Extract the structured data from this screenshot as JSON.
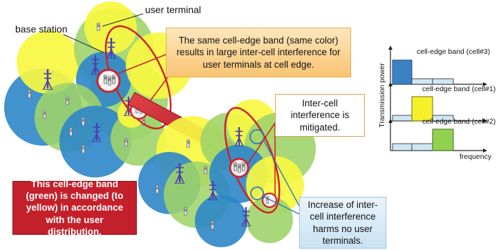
{
  "labels": {
    "user_terminal": "user terminal",
    "base_station": "base station"
  },
  "callouts": {
    "same_band": "The same cell-edge band (same color) results in large inter-cell interference for user terminals  at cell edge.",
    "mitigated": "Inter-cell interference is mitigated.",
    "changed_band": "This cell-edge band (green) is changed (to yellow)  in accordance with the user distribution.",
    "no_harm": "Increase of inter-cell interference harms no user terminals."
  },
  "power_chart": {
    "y_axis_label": "Transmission power",
    "x_axis_label": "frequency",
    "panels": [
      {
        "label": "cell-edge band (cell#3)",
        "edge_band_color": "#3b82c4"
      },
      {
        "label": "cell-edge band (cell#1)",
        "edge_band_color": "#f5f02a"
      },
      {
        "label": "cell-edge band (cell#2)",
        "edge_band_color": "#92d050"
      }
    ]
  },
  "colors": {
    "cell_blue": "#2e86c9",
    "cell_green": "#9fd46a",
    "cell_yellow": "#f7f742",
    "arrow_red": "#c8202e",
    "callout_orange": "#fbd28a",
    "callout_red": "#c4202b",
    "callout_blue": "#d9ebf7"
  }
}
